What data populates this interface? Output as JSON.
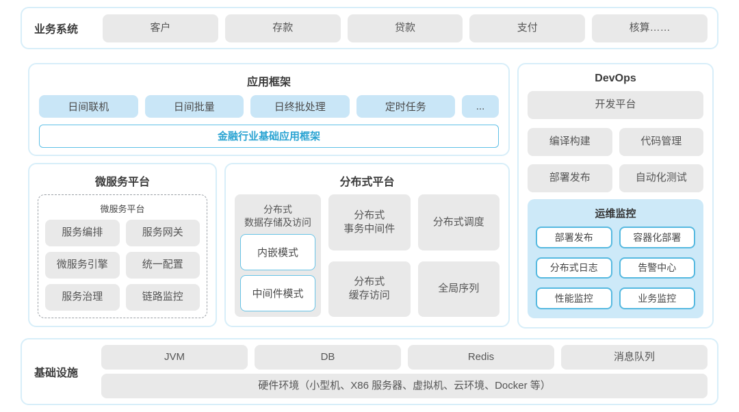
{
  "business": {
    "label": "业务系统",
    "items": [
      "客户",
      "存款",
      "贷款",
      "支付",
      "核算……"
    ]
  },
  "app_framework": {
    "title": "应用框架",
    "items": [
      "日间联机",
      "日间批量",
      "日终批处理",
      "定时任务",
      "..."
    ],
    "base": "金融行业基础应用框架"
  },
  "devops": {
    "title": "DevOps",
    "platform": "开发平台",
    "items": [
      "编译构建",
      "代码管理",
      "部署发布",
      "自动化测试"
    ],
    "monitor": {
      "title": "运维监控",
      "items": [
        "部署发布",
        "容器化部署",
        "分布式日志",
        "告警中心",
        "性能监控",
        "业务监控"
      ]
    }
  },
  "microservice": {
    "title": "微服务平台",
    "inner_title": "微服务平台",
    "items": [
      "服务编排",
      "服务网关",
      "微服务引擎",
      "统一配置",
      "服务治理",
      "链路监控"
    ]
  },
  "distributed": {
    "title": "分布式平台",
    "storage": {
      "line1": "分布式",
      "line2": "数据存储及访问",
      "modes": [
        "内嵌模式",
        "中间件模式"
      ]
    },
    "transaction": {
      "line1": "分布式",
      "line2": "事务中间件"
    },
    "schedule": "分布式调度",
    "cache": {
      "line1": "分布式",
      "line2": "缓存访问"
    },
    "sequence": "全局序列"
  },
  "infrastructure": {
    "label": "基础设施",
    "items": [
      "JVM",
      "DB",
      "Redis",
      "消息队列"
    ],
    "hardware": "硬件环境（小型机、X86 服务器、虚拟机、云环境、Docker 等）"
  },
  "colors": {
    "panel_border": "#d7eef9",
    "gray_box": "#e9e9e9",
    "blue_box": "#c9e6f7",
    "monitor_bg": "#cde9f8",
    "accent_border": "#5fc0e6",
    "accent_text": "#29a3d2"
  }
}
